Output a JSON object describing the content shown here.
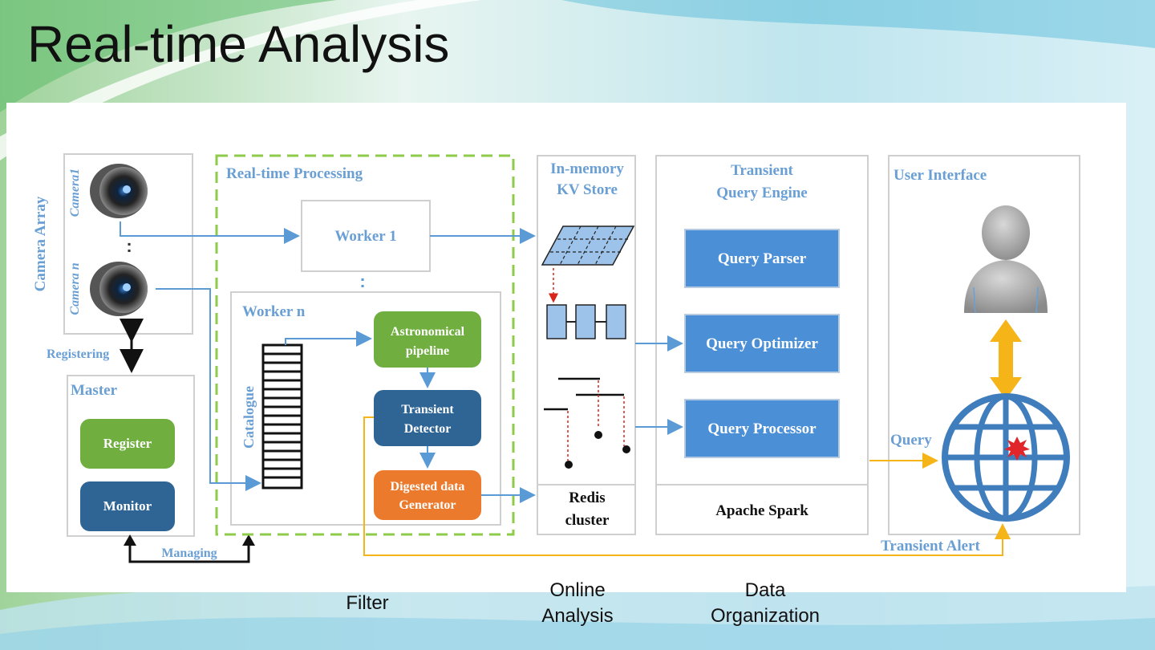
{
  "title": "Real-time Analysis",
  "camera_array": {
    "label": "Camera Array",
    "camera1": "Camera1",
    "camera_n": "Camera n",
    "ellipsis": ":"
  },
  "registering": "Registering",
  "master": {
    "title": "Master",
    "register": "Register",
    "monitor": "Monitor"
  },
  "managing": "Managing",
  "realtime": {
    "title": "Real-time Processing",
    "worker1": "Worker 1",
    "ellipsis": ":",
    "worker_n": "Worker n",
    "catalogue": "Catalogue",
    "pipeline_line1": "Astronomical",
    "pipeline_line2": "pipeline",
    "detector_line1": "Transient",
    "detector_line2": "Detector",
    "digest_line1": "Digested data",
    "digest_line2": "Generator"
  },
  "kv": {
    "title_line1": "In-memory",
    "title_line2": "KV Store",
    "redis_line1": "Redis",
    "redis_line2": "cluster"
  },
  "query_engine": {
    "title_line1": "Transient",
    "title_line2": "Query Engine",
    "parser": "Query Parser",
    "optimizer": "Query Optimizer",
    "processor": "Query Processor",
    "spark": "Apache Spark"
  },
  "ui": {
    "title": "User Interface",
    "query": "Query",
    "alert": "Transient Alert"
  },
  "captions": {
    "filter": "Filter",
    "online_line1": "Online",
    "online_line2": "Analysis",
    "data_line1": "Data",
    "data_line2": "Organization"
  },
  "colors": {
    "label_blue": "#6a9fd4",
    "box_blue": "#4b8fd6",
    "dark_blue": "#2f6594",
    "green": "#6fae3f",
    "orange": "#ec7a2c",
    "yellow_arrow": "#f5b417",
    "globe": "#3f7dbd",
    "dashed_green": "#8fcb4a"
  }
}
